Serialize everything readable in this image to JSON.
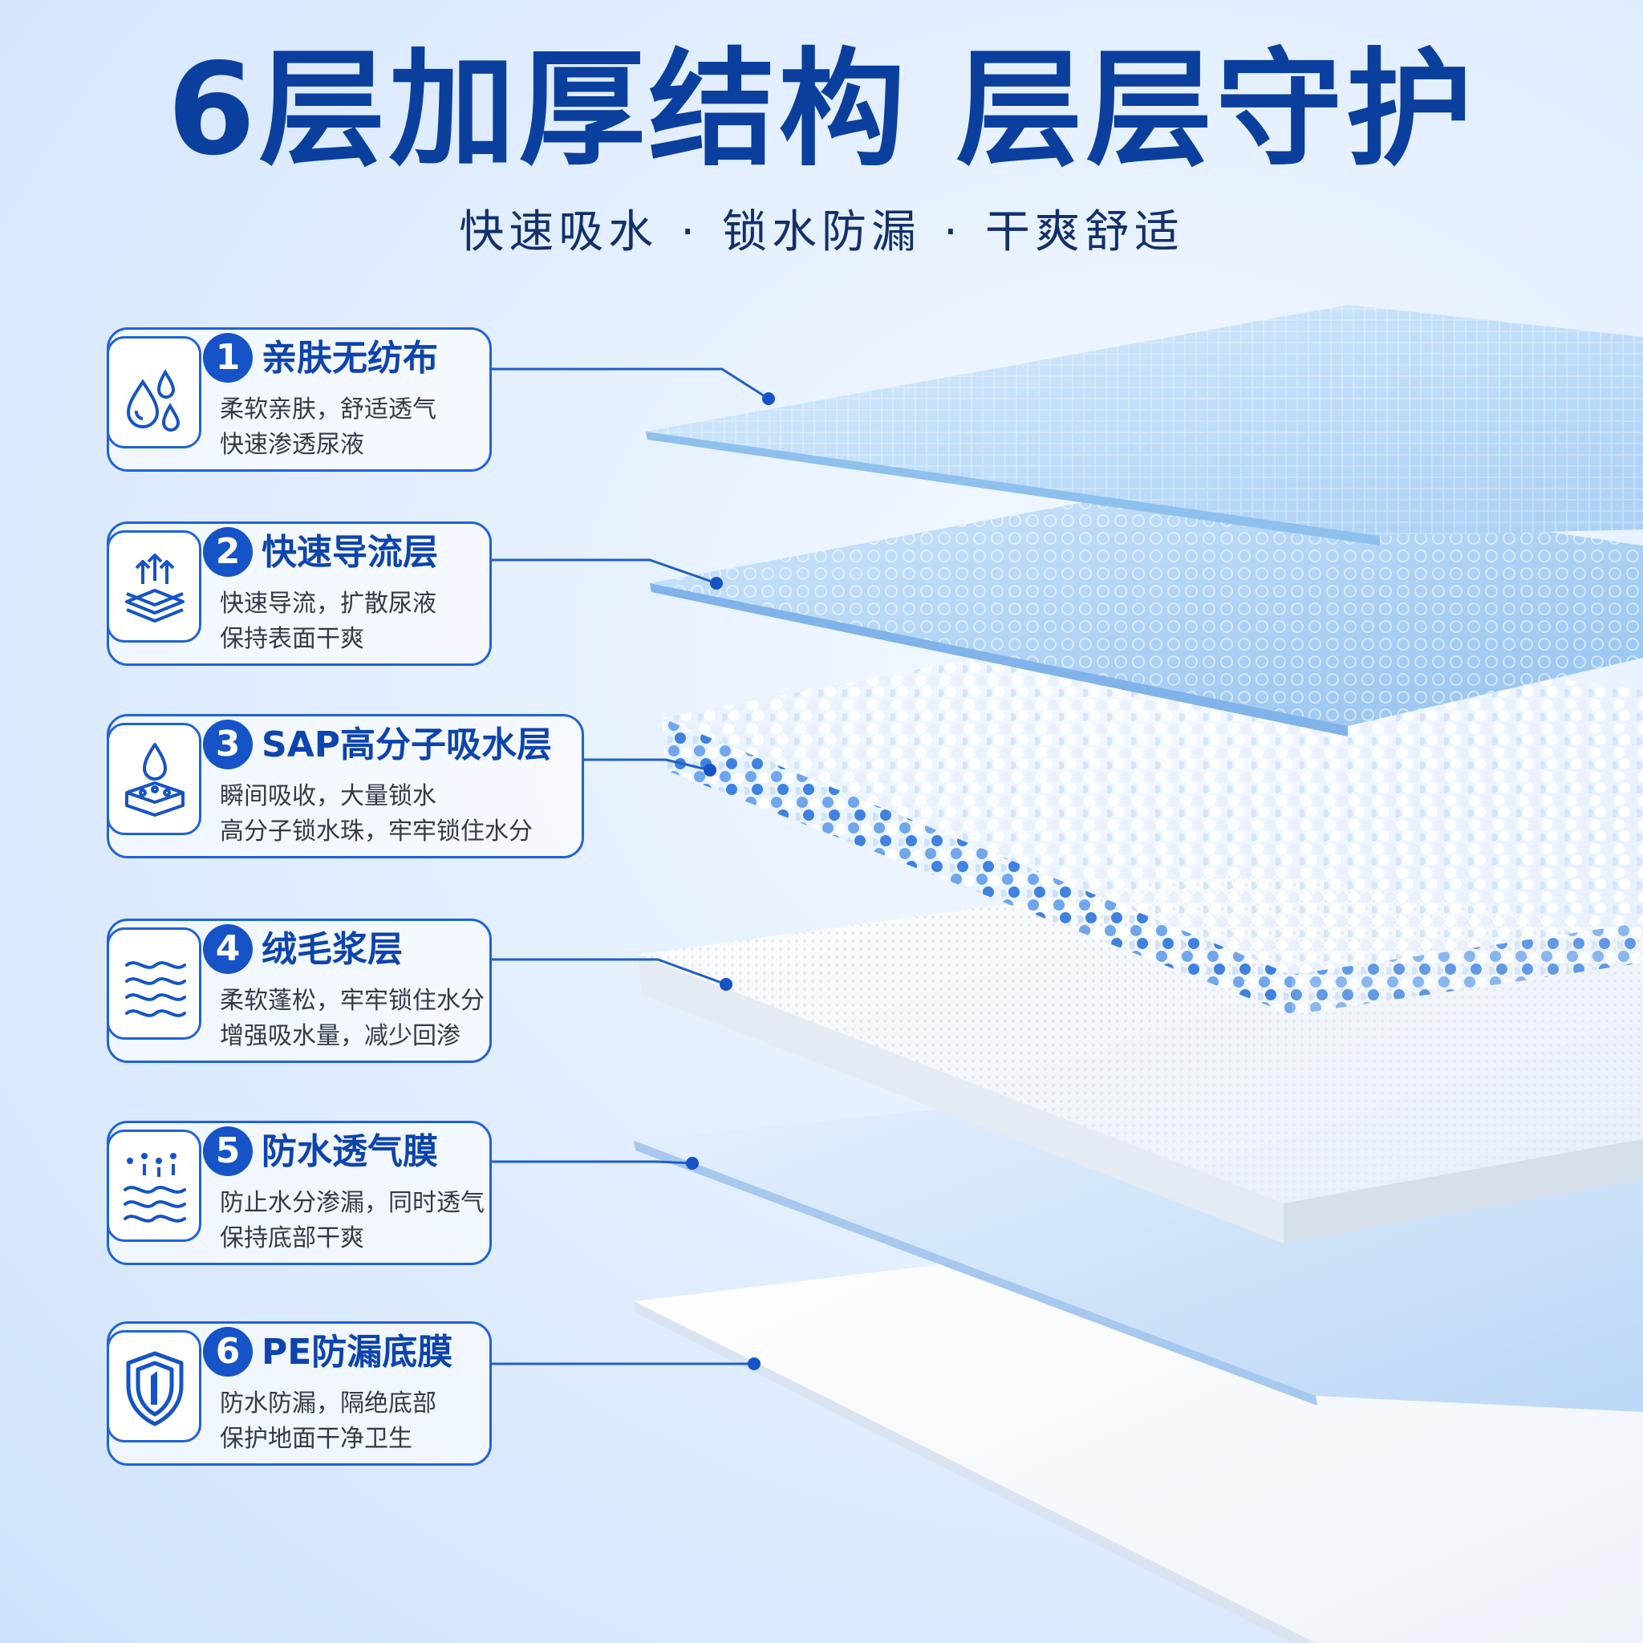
{
  "header": {
    "title": "6层加厚结构 层层守护",
    "features": [
      "快速吸水",
      "锁水防漏",
      "干爽舒适"
    ],
    "separator": "·"
  },
  "colors": {
    "brand": "#0b3f9e",
    "accent": "#1553c7",
    "card_border": "#1f63d6"
  },
  "layers": [
    {
      "number": "1",
      "title": "亲肤无纺布",
      "line1": "柔软亲肤，舒适透气",
      "line2": "快速渗透尿液",
      "icon": "water-drops-icon"
    },
    {
      "number": "2",
      "title": "快速导流层",
      "line1": "快速导流，扩散尿液",
      "line2": "保持表面干爽",
      "icon": "diversion-layers-icon"
    },
    {
      "number": "3",
      "title": "SAP高分子吸水层",
      "line1": "瞬间吸收，大量锁水",
      "line2": "高分子锁水珠，牢牢锁住水分",
      "icon": "absorbent-sponge-icon"
    },
    {
      "number": "4",
      "title": "绒毛浆层",
      "line1": "柔软蓬松，牢牢锁住水分",
      "line2": "增强吸水量，减少回渗",
      "icon": "fluff-waves-icon"
    },
    {
      "number": "5",
      "title": "防水透气膜",
      "line1": "防止水分渗漏，同时透气",
      "line2": "保持底部干爽",
      "icon": "breathable-waves-icon"
    },
    {
      "number": "6",
      "title": "PE防漏底膜",
      "line1": "防水防漏，隔绝底部",
      "line2": "保护地面干净卫生",
      "icon": "shield-icon"
    }
  ]
}
